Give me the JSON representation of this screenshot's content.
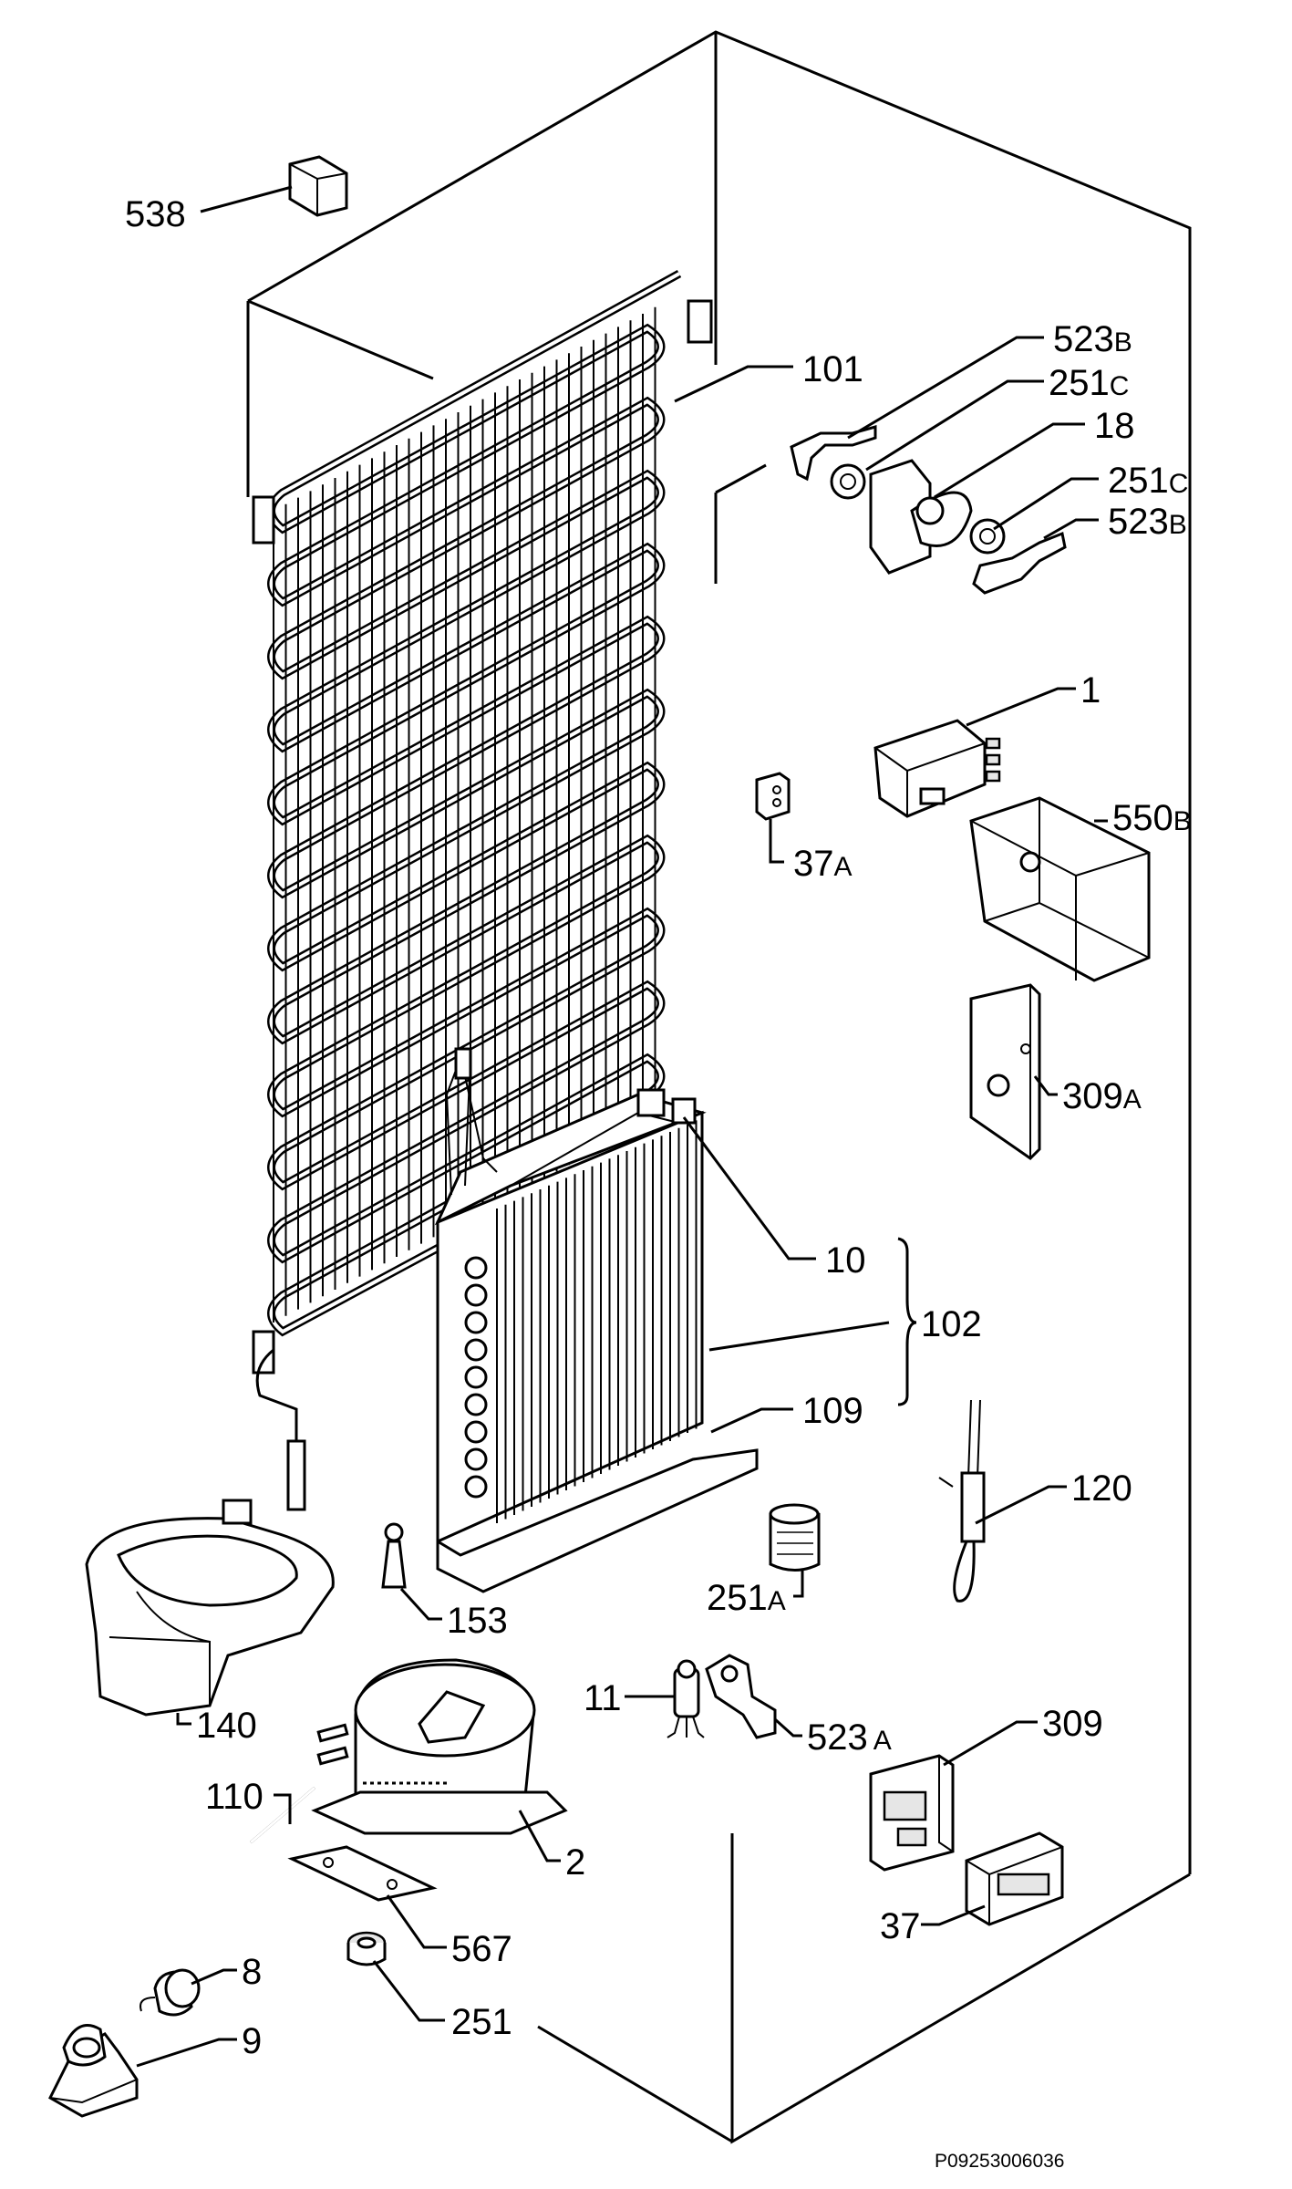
{
  "labels": {
    "p538": "538",
    "p101": "101",
    "p523b_1": "523",
    "p523b_1_suffix": "B",
    "p251c_1": "251",
    "p251c_1_suffix": "C",
    "p18": "18",
    "p251c_2": "251",
    "p251c_2_suffix": "C",
    "p523b_2": "523",
    "p523b_2_suffix": "B",
    "p1": "1",
    "p550b": "550",
    "p550b_suffix": "B",
    "p37a": "37",
    "p37a_suffix": "A",
    "p309a": "309",
    "p309a_suffix": "A",
    "p10": "10",
    "p102": "102",
    "p109": "109",
    "p120": "120",
    "p251a": "251",
    "p251a_suffix": "A",
    "p153": "153",
    "p140": "140",
    "p11": "11",
    "p523a": "523",
    "p523a_suffix": "A",
    "p309": "309",
    "p110": "110",
    "p2": "2",
    "p37": "37",
    "p567": "567",
    "p8": "8",
    "p251": "251",
    "p9": "9"
  },
  "drawing_code": "P09253006036"
}
